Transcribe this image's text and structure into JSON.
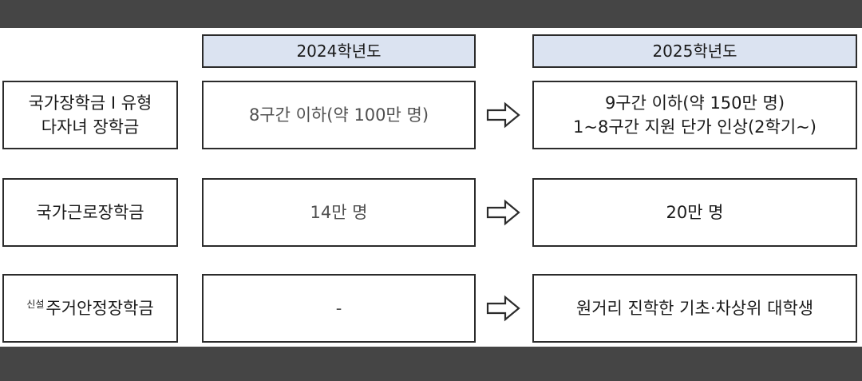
{
  "headers": {
    "year_2024": "2024학년도",
    "year_2025": "2025학년도"
  },
  "rows": [
    {
      "label_lines": [
        "국가장학금 I 유형",
        "다자녀 장학금"
      ],
      "y2024_lines": [
        "8구간 이하(약 100만 명)"
      ],
      "y2025_lines": [
        "9구간 이하(약 150만 명)",
        "1~8구간 지원 단가 인상(2학기~)"
      ]
    },
    {
      "label_lines": [
        "국가근로장학금"
      ],
      "y2024_lines": [
        "14만 명"
      ],
      "y2025_lines": [
        "20만 명"
      ]
    },
    {
      "label_tag": "신설",
      "label_lines": [
        "주거안정장학금"
      ],
      "y2024_lines": [
        "-"
      ],
      "y2025_lines": [
        "원거리 진학한 기초·차상위 대학생"
      ]
    }
  ],
  "icons": {
    "arrow": "arrow-right-outline-icon"
  }
}
